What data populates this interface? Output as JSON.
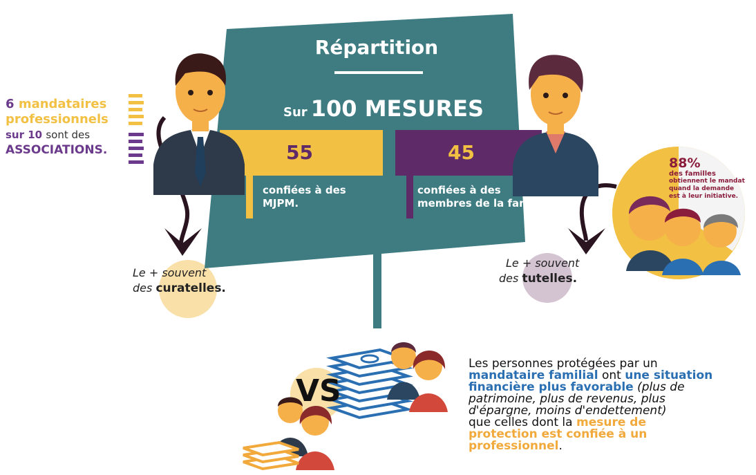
{
  "title": "Répartition",
  "headline": {
    "prefix": "Sur",
    "main": "100 MESURES"
  },
  "left_stat": {
    "value": "55",
    "label_1": "confiées à des",
    "label_2": "MJPM."
  },
  "right_stat": {
    "value": "45",
    "label_1": "confiées à des",
    "label_2": "membres de la famille."
  },
  "associations": {
    "line1_num": "6",
    "line1_rest": "mandataires",
    "line2": "professionnels",
    "line3_strong": "sur 10",
    "line3_rest": "sont des",
    "line4": "ASSOCIATIONS."
  },
  "curatelles": {
    "line1": "Le + souvent",
    "line2_pre": "des",
    "line2_strong": "curatelles."
  },
  "tutelles": {
    "line1": "Le + souvent",
    "line2_pre": "des",
    "line2_strong": "tutelles."
  },
  "families": {
    "percent": "88%",
    "line1": "des familles",
    "line2": "obtiennent le mandat",
    "line3": "quand la demande",
    "line4": "est à leur initiative."
  },
  "vs_label": "VS",
  "comparison": {
    "t1": "Les personnes protégées par un",
    "t2": "mandataire familial",
    "t3": " ont ",
    "t4": "une situation",
    "t5": "financière plus favorable",
    "t6": " (plus de",
    "t7": "patrimoine, plus de revenus, plus",
    "t8": "d'épargne, moins d'endettement)",
    "t9": "que celles dont la ",
    "t10": "mesure de",
    "t11": "protection est confiée à un",
    "t12": "professionnel",
    "t13": "."
  },
  "colors": {
    "teal": "#3e7c82",
    "yellow": "#f2c043",
    "purple": "#5e2a68",
    "assoc_purple": "#6b3a8c",
    "orange": "#f2a93b",
    "blue": "#2b6fb3",
    "maroon": "#8a1c3c"
  }
}
